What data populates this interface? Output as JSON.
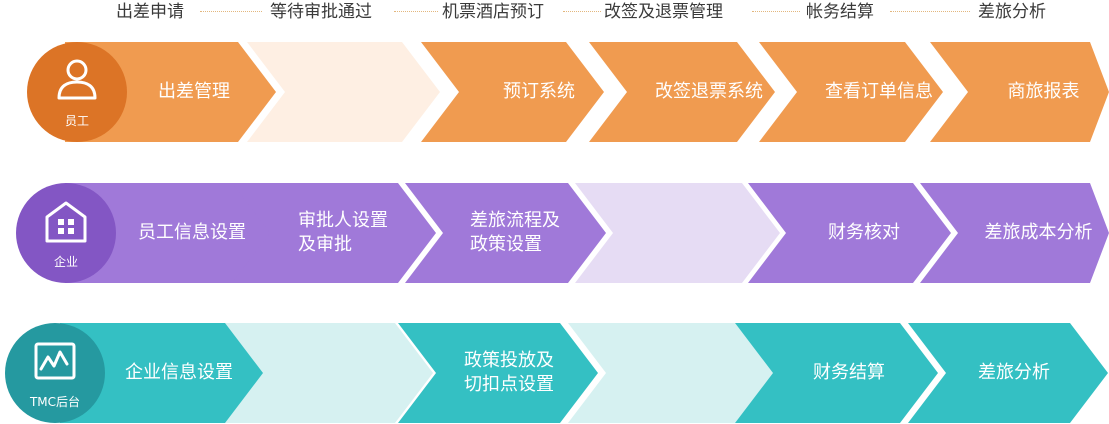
{
  "stages": [
    "出差申请",
    "等待审批通过",
    "机票酒店预订",
    "改签及退票管理",
    "帐务结算",
    "差旅分析"
  ],
  "colors": {
    "orange": "#f09b50",
    "orange_light": "#feefe3",
    "orange_dark": "#dc7426",
    "purple": "#a079d9",
    "purple_light": "#e6dcf4",
    "purple_dark": "#8356c4",
    "teal": "#34c0c3",
    "teal_light": "#d6f1f1",
    "teal_dark": "#2599a0"
  },
  "rows": [
    {
      "role": "员工",
      "icon": "person-icon",
      "cells": [
        {
          "label": "出差管理"
        },
        {
          "label": ""
        },
        {
          "label": "预订系统"
        },
        {
          "label": "改签退票系统"
        },
        {
          "label": "查看订单信息"
        },
        {
          "label": "商旅报表"
        }
      ]
    },
    {
      "role": "企业",
      "icon": "building-icon",
      "cells": [
        {
          "label": "员工信息设置"
        },
        {
          "label": "审批人设置\n及审批"
        },
        {
          "label": "差旅流程及\n政策设置"
        },
        {
          "label": ""
        },
        {
          "label": "财务核对"
        },
        {
          "label": "差旅成本分析"
        }
      ]
    },
    {
      "role": "TMC后台",
      "icon": "chart-monitor-icon",
      "cells": [
        {
          "label": "企业信息设置"
        },
        {
          "label": ""
        },
        {
          "label": "政策投放及\n切扣点设置"
        },
        {
          "label": ""
        },
        {
          "label": "财务结算"
        },
        {
          "label": "差旅分析"
        }
      ]
    }
  ]
}
